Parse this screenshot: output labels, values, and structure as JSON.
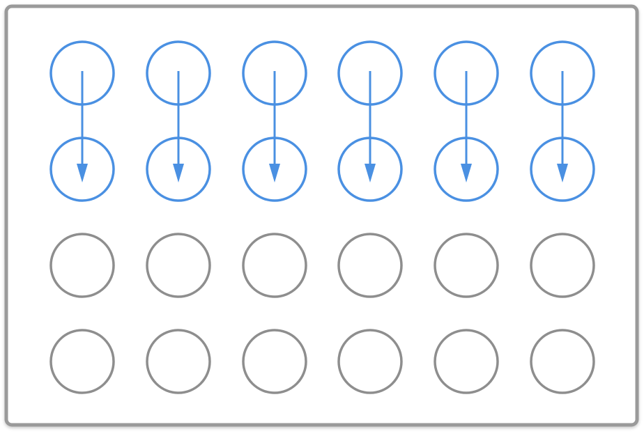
{
  "diagram": {
    "rows": 4,
    "columns": 6,
    "active_rows": [
      1,
      2
    ],
    "arrows": [
      {
        "column": 1,
        "from_row": 1,
        "to_row": 2
      },
      {
        "column": 2,
        "from_row": 1,
        "to_row": 2
      },
      {
        "column": 3,
        "from_row": 1,
        "to_row": 2
      },
      {
        "column": 4,
        "from_row": 1,
        "to_row": 2
      },
      {
        "column": 5,
        "from_row": 1,
        "to_row": 2
      },
      {
        "column": 6,
        "from_row": 1,
        "to_row": 2
      }
    ],
    "arrow_direction": "down"
  },
  "colors": {
    "active": "#4a90e2",
    "inactive": "#8e8e8e",
    "frame": "#9a9a9a",
    "background": "#ffffff"
  }
}
